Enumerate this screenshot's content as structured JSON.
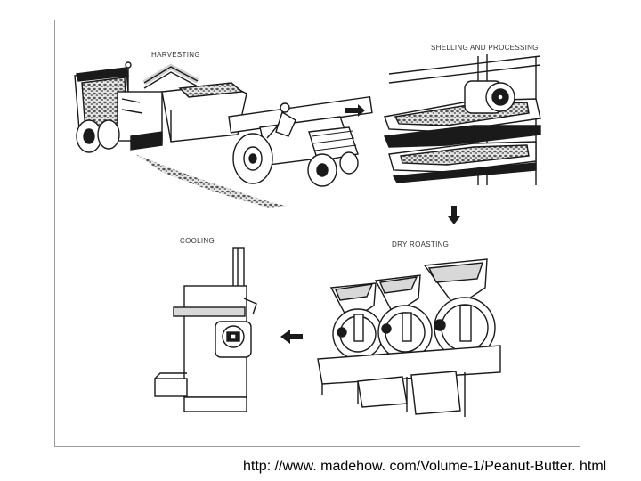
{
  "stages": {
    "harvesting": "HARVESTING",
    "shelling": "SHELLING AND PROCESSING",
    "dry_roasting": "DRY ROASTING",
    "cooling": "COOLING"
  },
  "icons": {
    "flow_arrow": "arrow-icon",
    "fan": "fan-icon"
  },
  "colors": {
    "ink": "#1a1a1a",
    "peanut_fill": "#6e6e6e",
    "border": "#9a9a9a"
  },
  "caption": "http: //www. madehow. com/Volume-1/Peanut-Butter. html"
}
